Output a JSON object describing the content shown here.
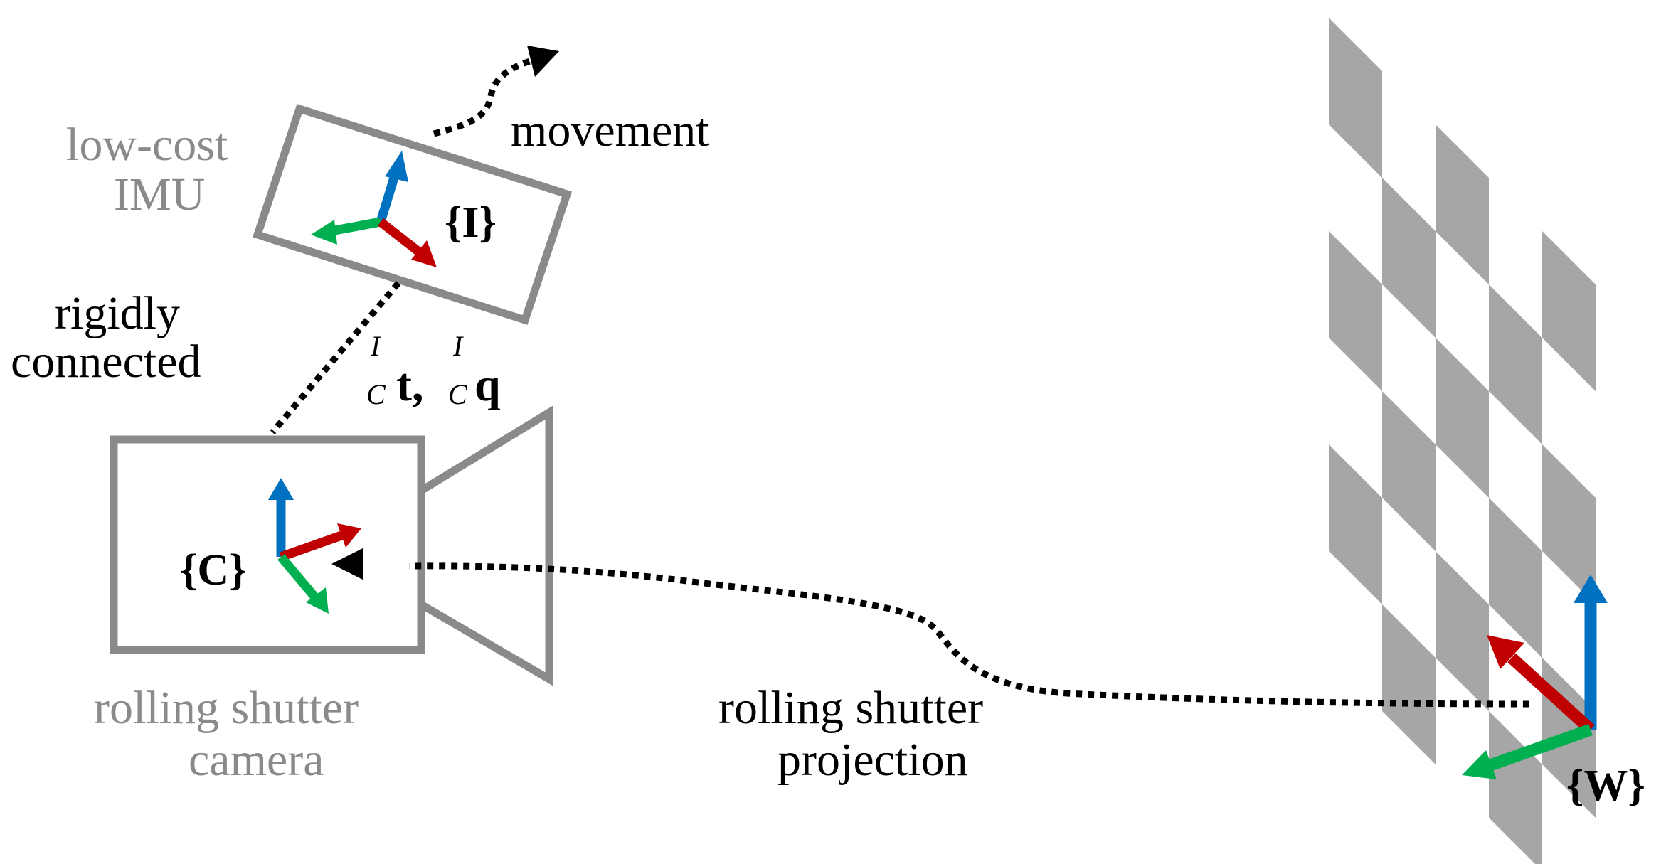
{
  "labels": {
    "movement": "movement",
    "imu_line1": "low-cost",
    "imu_line2": "IMU",
    "frame_imu": "{I}",
    "rigid_line1": "rigidly",
    "rigid_line2": "connected",
    "extrinsic_sup": "I",
    "extrinsic_sub": "C",
    "extrinsic_t": "t,",
    "extrinsic_q": "q",
    "frame_camera": "{C}",
    "camera_line1": "rolling shutter",
    "camera_line2": "camera",
    "projection_line1": "rolling shutter",
    "projection_line2": "projection",
    "frame_world": "{W}"
  },
  "colors": {
    "device_outline": "#8a8a8a",
    "checker_fill": "#a6a6a6",
    "axis_x": "#c00000",
    "axis_y": "#00b050",
    "axis_z": "#0070c0",
    "dotted_line": "#000000"
  }
}
